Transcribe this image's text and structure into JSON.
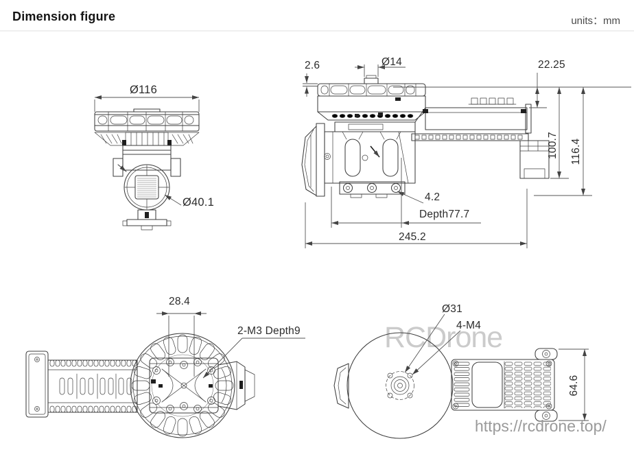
{
  "header": {
    "title": "Dimension figure",
    "units_label": "units：mm"
  },
  "watermark": "RCDrone",
  "website": "https://rcdrone.top/",
  "dims": {
    "front_rotor_diameter": "Ø116",
    "front_body_diameter": "Ø40.1",
    "side_plate_thickness": "2.6",
    "side_shaft_diameter": "Ø14",
    "side_rotor_to_arm": "22.25",
    "side_mount_height": "100.7",
    "side_total_height": "116.4",
    "side_screw_dim": "4.2",
    "side_cavity_depth": "Depth77.7",
    "side_total_length": "245.2",
    "top_hole_spacing": "28.4",
    "top_screw_spec": "2-M3 Depth9",
    "bottom_bolt_circle": "Ø31",
    "bottom_screw_spec": "4-M4",
    "bottom_plate_height": "64.6"
  },
  "colors": {
    "line": "#3d3d3d",
    "dimension": "#555555",
    "text": "#2b2b2b",
    "watermark": "#cbcbcb",
    "link": "#9a9a9a"
  }
}
